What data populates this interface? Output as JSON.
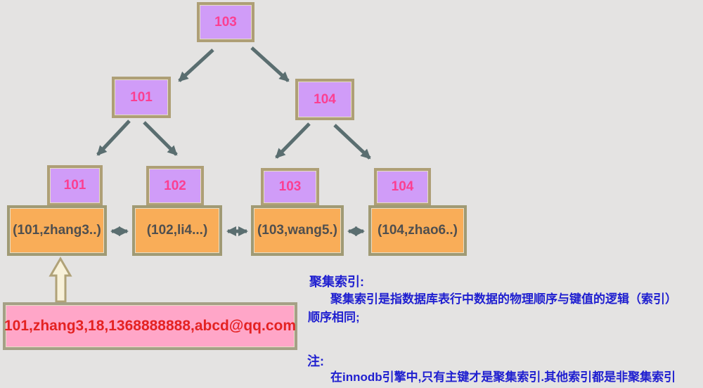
{
  "diagram": {
    "root": {
      "label": "103"
    },
    "level2": [
      {
        "label": "101"
      },
      {
        "label": "104"
      }
    ],
    "leaves": [
      {
        "key": "101",
        "row": "(101,zhang3..)"
      },
      {
        "key": "102",
        "row": "(102,li4...)"
      },
      {
        "key": "103",
        "row": "(103,wang5.)"
      },
      {
        "key": "104",
        "row": "(104,zhao6..)"
      }
    ],
    "record": "101,zhang3,18,1368888888,abcd@qq.com"
  },
  "notes": {
    "clustered": {
      "title": "聚集索引:",
      "body_line1": "聚集索引是指数据库表行中数据的物理顺序与键值的逻辑（索引）",
      "body_line2": "顺序相同;"
    },
    "remark": {
      "title": "注:",
      "body": "在innodb引擎中,只有主键才是聚集索引.其他索引都是非聚集索引"
    }
  },
  "colors": {
    "background": "#e4e3e2",
    "index_node_fill": "#d09cf8",
    "index_node_border": "#ae9f76",
    "index_node_text": "#fb3f92",
    "data_node_fill": "#f9ad58",
    "data_node_border": "#a09a74",
    "data_node_text": "#4f4f4f",
    "record_fill": "#ffa6c8",
    "record_border": "#a5a086",
    "record_text": "#e42222",
    "note_text": "#1f1fd0",
    "edge": "#5a6e70",
    "pointer_fill": "#f8f1d9",
    "pointer_border": "#b0a278"
  }
}
